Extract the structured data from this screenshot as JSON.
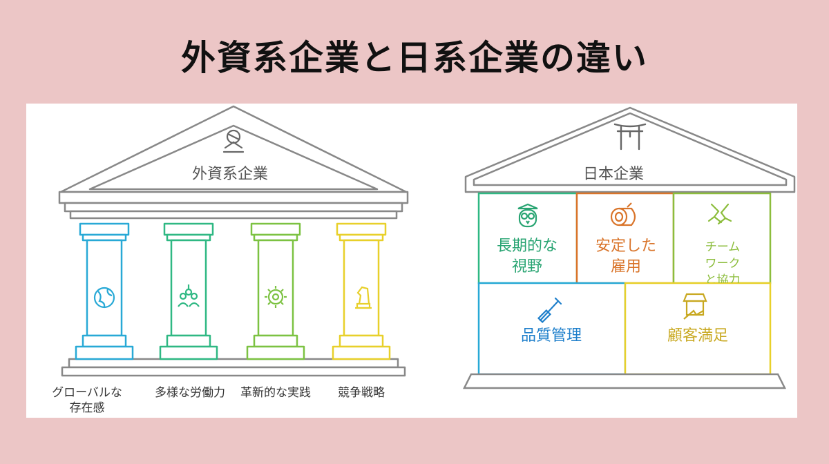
{
  "title": "外資系企業と日系企業の違い",
  "foreign": {
    "label": "外資系企業",
    "pillars": [
      {
        "label": "グローバルな\n存在感",
        "icon": "globe-icon",
        "color": "#28a9d6"
      },
      {
        "label": "多様な労働力",
        "icon": "people-icon",
        "color": "#2fb883"
      },
      {
        "label": "革新的な実践",
        "icon": "gear-bulb-icon",
        "color": "#7cc242"
      },
      {
        "label": "競争戦略",
        "icon": "chess-knight-icon",
        "color": "#e8d02a"
      }
    ]
  },
  "japanese": {
    "label": "日本企業",
    "rooms": [
      {
        "label": "長期的な\n視野",
        "icon": "owl-icon",
        "color": "#28a472"
      },
      {
        "label": "安定した\n雇用",
        "icon": "log-icon",
        "color": "#d9742a"
      },
      {
        "label": "チーム\nワーク\nと協力",
        "icon": "handshake-icon",
        "color": "#8cbd3c"
      },
      {
        "label": "品質管理",
        "icon": "chisel-icon",
        "color": "#1e7fcb"
      },
      {
        "label": "顧客満足",
        "icon": "shop-icon",
        "color": "#c8a820"
      }
    ]
  }
}
